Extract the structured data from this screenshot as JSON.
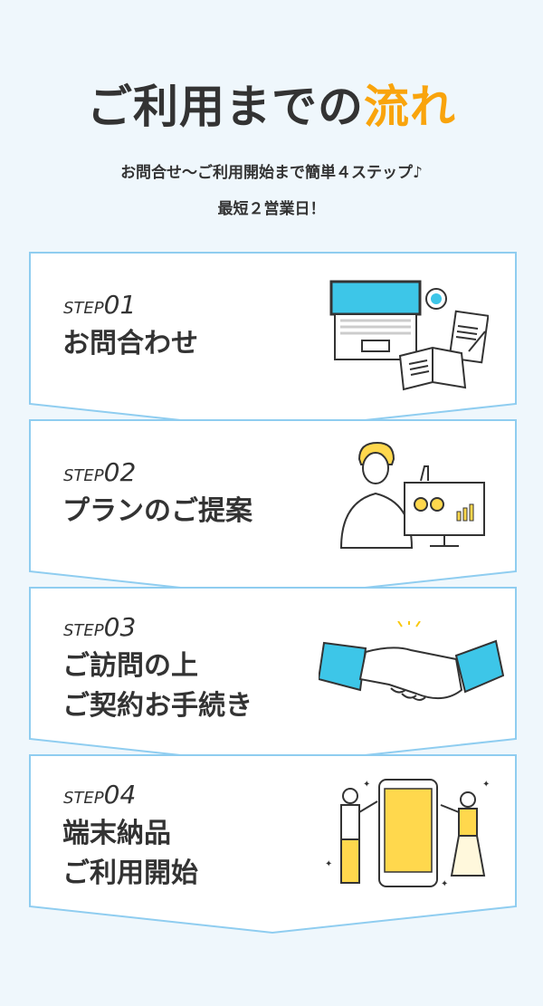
{
  "header": {
    "title_main": "ご利用までの",
    "title_accent": "流れ",
    "subtitle_line1": "お問合せ～ご利用開始まで簡単４ステップ♪",
    "subtitle_line2": "最短２営業日！"
  },
  "steps": [
    {
      "prefix": "STEP",
      "number": "01",
      "title_line1": "お問合わせ",
      "title_line2": "",
      "icon": "laptop-documents-icon"
    },
    {
      "prefix": "STEP",
      "number": "02",
      "title_line1": "プランのご提案",
      "title_line2": "",
      "icon": "presenter-monitor-icon"
    },
    {
      "prefix": "STEP",
      "number": "03",
      "title_line1": "ご訪問の上",
      "title_line2": "ご契約お手続き",
      "icon": "handshake-icon"
    },
    {
      "prefix": "STEP",
      "number": "04",
      "title_line1": "端末納品",
      "title_line2": "ご利用開始",
      "icon": "smartphone-people-icon"
    }
  ],
  "colors": {
    "accent": "#f9a40c",
    "border": "#8fcdf0",
    "background": "#eff7fc",
    "cyan": "#3dc6e8",
    "yellow": "#ffd84d"
  }
}
